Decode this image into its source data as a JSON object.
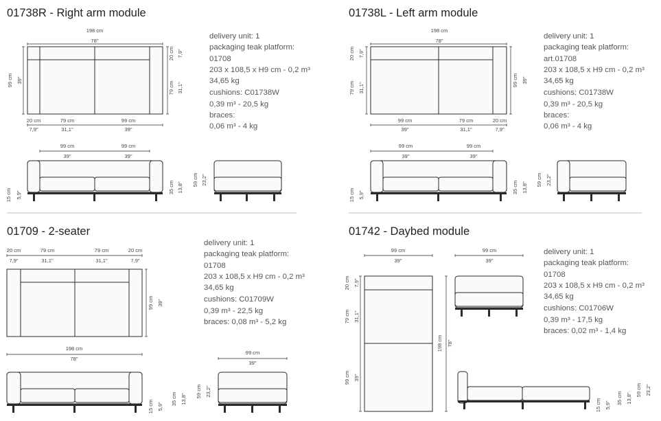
{
  "modules": {
    "right_arm": {
      "title": "01738R - Right arm module",
      "specs": [
        "delivery unit: 1",
        "packaging teak platform:",
        "01708",
        "203 x 108,5 x H9 cm - 0,2 m³",
        "34,65 kg",
        "cushions: C01738W",
        "0,39 m³ - 20,5 kg",
        "braces:",
        "0,06 m³ - 4 kg"
      ],
      "dims": {
        "width_cm": "198 cm",
        "width_in": "78\"",
        "depth_cm": "99 cm",
        "depth_in": "39\"",
        "back_cm": "20 cm",
        "back_in": "7,9\"",
        "seat_cm": "79 cm",
        "seat_in": "31,1\"",
        "arm_cm": "20 cm",
        "arm_in": "7,9\"",
        "seat_w_cm": "79 cm",
        "seat_w_in": "31,1\"",
        "cushion_cm": "99 cm",
        "cushion_in": "39\"",
        "front1_cm": "99 cm",
        "front1_in": "39\"",
        "front2_cm": "99 cm",
        "front2_in": "39\"",
        "legs_cm": "15 cm",
        "legs_in": "5,9\"",
        "seat_h_cm": "35 cm",
        "seat_h_in": "13,8\"",
        "height_cm": "59 cm",
        "height_in": "23,2\""
      }
    },
    "left_arm": {
      "title": "01738L - Left arm module",
      "specs": [
        "delivery unit: 1",
        "packaging teak platform:",
        "art.01708",
        "203 x 108,5 x H9 cm - 0,2 m³",
        "34,65 kg",
        "cushions: C01738W",
        "0,39 m³ - 20,5 kg",
        "braces:",
        "0,06 m³ - 4 kg"
      ],
      "dims": {
        "width_cm": "198 cm",
        "width_in": "78\"",
        "depth_cm": "99 cm",
        "depth_in": "39\"",
        "back_cm": "20 cm",
        "back_in": "7,9\"",
        "seat_cm": "79 cm",
        "seat_in": "31,1\"",
        "c1_cm": "99 cm",
        "c1_in": "39\"",
        "c2_cm": "79 cm",
        "c2_in": "31,1\"",
        "c3_cm": "20 cm",
        "c3_in": "7,9\"",
        "front1_cm": "99 cm",
        "front1_in": "39\"",
        "front2_cm": "99 cm",
        "front2_in": "39\"",
        "legs_cm": "15 cm",
        "legs_in": "5,9\"",
        "seat_h_cm": "35 cm",
        "seat_h_in": "13,8\"",
        "height_cm": "59 cm",
        "height_in": "23,2\""
      }
    },
    "two_seater": {
      "title": "01709 - 2-seater",
      "specs": [
        "delivery unit: 1",
        "packaging teak platform:",
        "01708",
        "203 x 108,5 x H9 cm - 0,2 m³",
        "34,65 kg",
        "cushions: C01709W",
        "0,39 m³ - 22,5 kg",
        "braces: 0,08 m³ - 5,2 kg"
      ],
      "dims": {
        "a1_cm": "20 cm",
        "a1_in": "7,9\"",
        "s1_cm": "79 cm",
        "s1_in": "31,1\"",
        "s2_cm": "79 cm",
        "s2_in": "31,1\"",
        "a2_cm": "20 cm",
        "a2_in": "7,9\"",
        "depth_cm": "99 cm",
        "depth_in": "39\"",
        "width_cm": "198 cm",
        "width_in": "78\"",
        "side_cm": "99 cm",
        "side_in": "39\"",
        "legs_cm": "15 cm",
        "legs_in": "5,9\"",
        "seat_h_cm": "35 cm",
        "seat_h_in": "13,8\"",
        "height_cm": "59 cm",
        "height_in": "23,2\""
      }
    },
    "daybed": {
      "title": "01742 - Daybed module",
      "specs": [
        "delivery unit: 1",
        "packaging teak platform:",
        "01708",
        "203 x 108,5 x H9 cm - 0,2 m³",
        "34,65 kg",
        "cushions: C01706W",
        "0,39 m³ - 17,5 kg",
        "braces: 0,02 m³ - 1,4 kg"
      ],
      "dims": {
        "top_cm": "99 cm",
        "top_in": "39\"",
        "side_top_cm": "99 cm",
        "side_top_in": "39\"",
        "back_cm": "20 cm",
        "back_in": "7,9\"",
        "seat_cm": "79 cm",
        "seat_in": "31,1\"",
        "lower_cm": "99 cm",
        "lower_in": "39\"",
        "length_cm": "198 cm",
        "length_in": "78\"",
        "legs_cm": "15 cm",
        "legs_in": "5,9\"",
        "seat_h_cm": "35 cm",
        "seat_h_in": "13,8\"",
        "height_cm": "59 cm",
        "height_in": "23,2\""
      }
    }
  }
}
